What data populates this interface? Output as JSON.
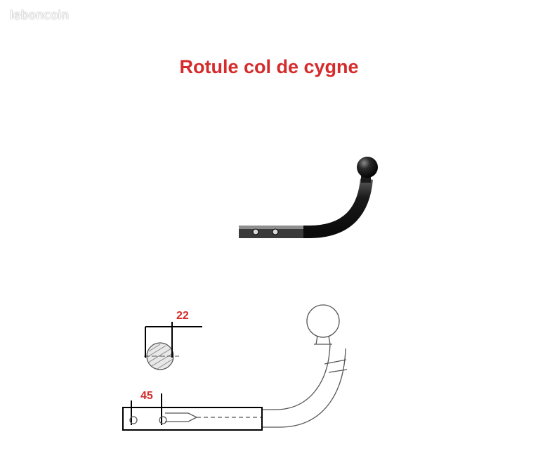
{
  "watermark": "leboncoin",
  "title": "Rotule col de cygne",
  "dimensions": {
    "ball_diameter_label": "22",
    "hole_spacing_label": "45"
  },
  "colors": {
    "title": "#d52b2b",
    "dimension": "#d52b2b",
    "hook": "#1c1c1c",
    "drawing": "#555555"
  }
}
